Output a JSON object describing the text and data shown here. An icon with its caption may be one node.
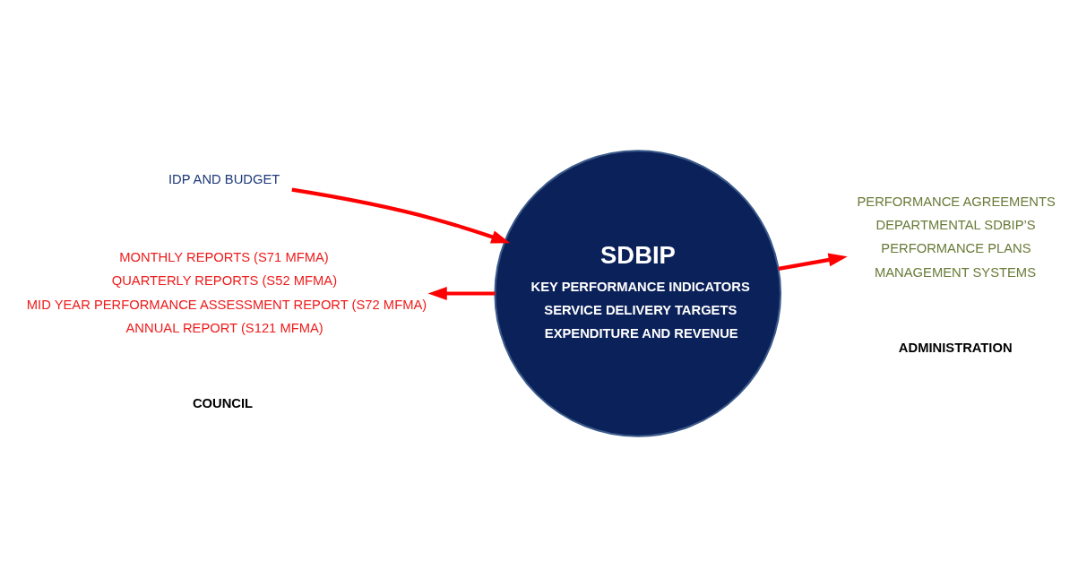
{
  "diagram": {
    "nodes": [
      {
        "text": [
          "SDBIP",
          "KEY PERFORMANCE INDICATORS",
          "SERVICE DELIVERY TARGETS",
          "EXPENDITURE AND REVENUE"
        ]
      },
      {
        "text": [
          "IDP AND BUDGET"
        ]
      },
      {
        "text": [
          "MONTHLY REPORTS (S71 MFMA)",
          "QUARTERLY REPORTS (S52 MFMA)",
          "MID YEAR PERFORMANCE ASSESSMENT REPORT (S72 MFMA)",
          "ANNUAL REPORT (S121 MFMA)"
        ]
      },
      {
        "text": [
          "PERFORMANCE AGREEMENTS",
          "DEPARTMENTAL SDBIP’S",
          "PERFORMANCE PLANS",
          "MANAGEMENT SYSTEMS"
        ]
      }
    ],
    "edges": [
      {
        "from": 1,
        "to": 0,
        "arrow": "to"
      },
      {
        "from": 0,
        "to": 3,
        "arrow": "to"
      },
      {
        "from": 0,
        "to": 2,
        "arrow": "to"
      }
    ],
    "labels": [
      "COUNCIL",
      "ADMINISTRATION"
    ]
  }
}
